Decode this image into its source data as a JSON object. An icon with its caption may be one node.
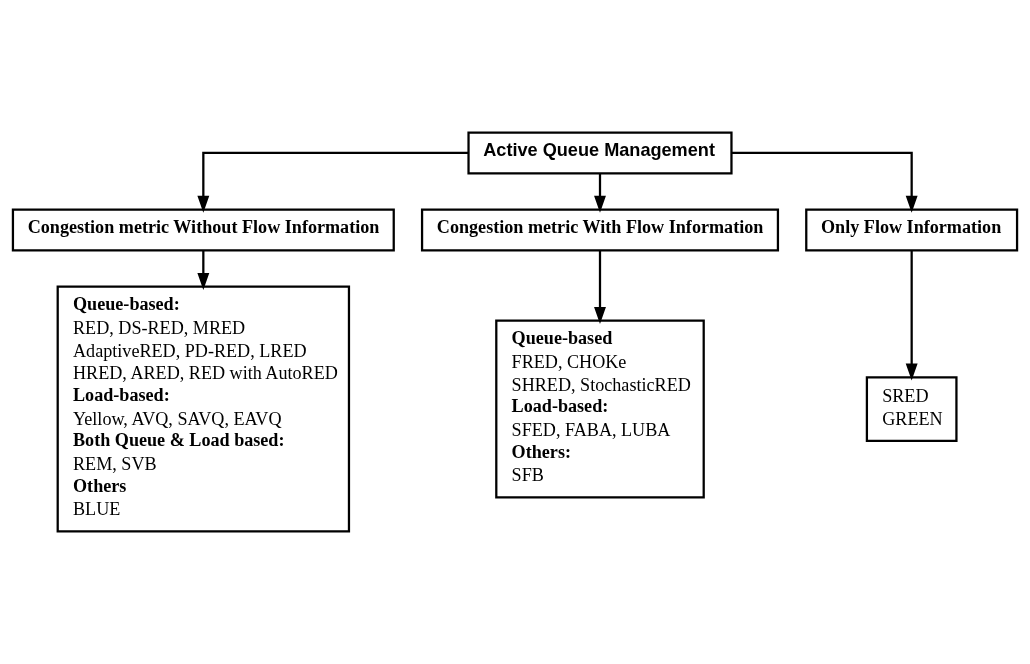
{
  "diagram": {
    "nodes": [
      {
        "text": [
          "Active Queue Management"
        ]
      },
      {
        "text": [
          "Congestion metric Without Flow Information"
        ]
      },
      {
        "text": [
          "Congestion metric With Flow Information"
        ]
      },
      {
        "text": [
          "Only Flow Information"
        ]
      },
      {
        "text": [
          "Queue-based:",
          "RED, DS-RED, MRED",
          "AdaptiveRED, PD-RED, LRED",
          "HRED, ARED, RED with AutoRED",
          "Load-based:",
          "Yellow, AVQ, SAVQ, EAVQ",
          "Both Queue & Load based:",
          "REM, SVB",
          "Others",
          "BLUE"
        ]
      },
      {
        "text": [
          "Queue-based",
          "FRED, CHOKe",
          "SHRED, StochasticRED",
          "Load-based:",
          "SFED, FABA, LUBA",
          "Others:",
          "SFB"
        ]
      },
      {
        "text": [
          "SRED",
          "GREEN"
        ]
      }
    ],
    "edges": [
      {
        "from": 0,
        "to": 1,
        "arrow": "to"
      },
      {
        "from": 0,
        "to": 2,
        "arrow": "to"
      },
      {
        "from": 0,
        "to": 3,
        "arrow": "to"
      },
      {
        "from": 1,
        "to": 4,
        "arrow": "to"
      },
      {
        "from": 2,
        "to": 5,
        "arrow": "to"
      },
      {
        "from": 3,
        "to": 6,
        "arrow": "to"
      }
    ]
  }
}
